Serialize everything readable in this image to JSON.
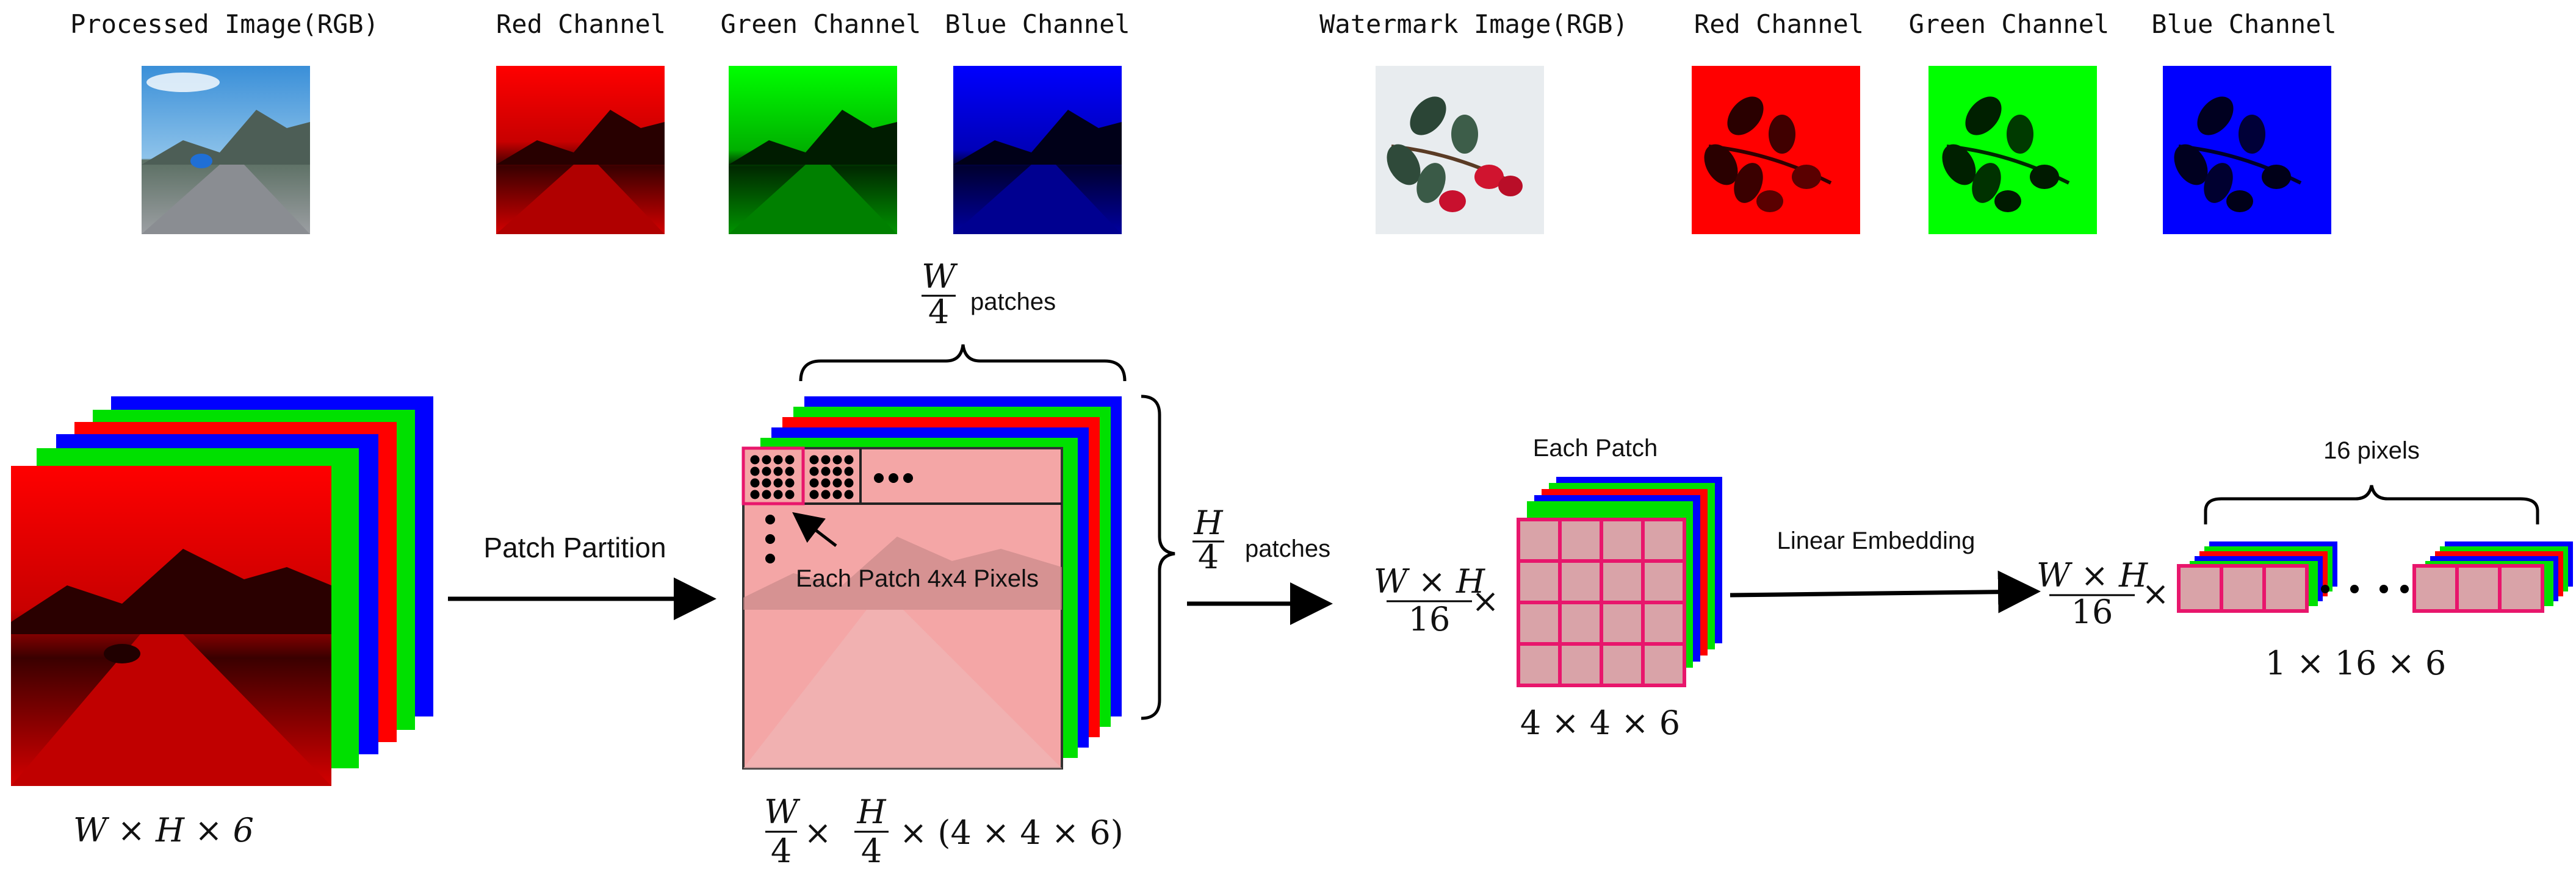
{
  "top_row": {
    "processed_title": "Processed Image(RGB)",
    "processed_channels": [
      "Red Channel",
      "Green Channel",
      "Blue Channel"
    ],
    "watermark_title": "Watermark Image(RGB)",
    "watermark_channels": [
      "Red Channel",
      "Green Channel",
      "Blue Channel"
    ]
  },
  "input_stack": {
    "dims": "W × H × 6"
  },
  "patch_partition": {
    "label": "Patch Partition",
    "top_frac_num": "W",
    "top_frac_den": "4",
    "top_suffix": "patches",
    "side_frac_num": "H",
    "side_frac_den": "4",
    "side_suffix": "patches",
    "annotation": "Each Patch 4x4 Pixels",
    "dims_num1": "W",
    "dims_den1": "4",
    "dims_num2": "H",
    "dims_den2": "4",
    "dims_tail": "× (4 × 4 × 6)",
    "times": "×"
  },
  "each_patch": {
    "title": "Each Patch",
    "mult_num": "W × H",
    "mult_den": "16",
    "mult_x": "×",
    "dims": "4 × 4 × 6"
  },
  "linear_embedding": {
    "label": "Linear Embedding",
    "pixels_label": "16 pixels",
    "mult_num": "W × H",
    "mult_den": "16",
    "mult_x": "×",
    "dims": "1 × 16 × 6"
  },
  "colors": {
    "red": "#ff0000",
    "green": "#00e000",
    "blue": "#0000ff",
    "patch_border": "#e8166c",
    "patch_fill": "#d9a3a8",
    "dot": "#000000"
  }
}
